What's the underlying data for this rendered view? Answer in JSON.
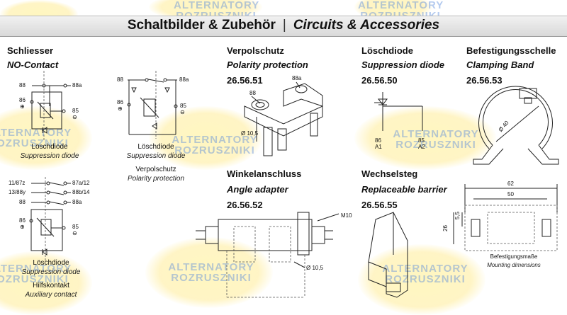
{
  "header": {
    "title_de": "Schaltbilder & Zubehör",
    "separator": "|",
    "title_en": "Circuits & Accessories"
  },
  "watermark": {
    "line1": "ALTERNATORY",
    "line2": "ROZRUSZNIKI"
  },
  "schliesser": {
    "title": "Schliesser",
    "subtitle": "NO-Contact",
    "pins": {
      "p88": "88",
      "p88a": "88a",
      "p86": "86",
      "p85": "85",
      "plus": "⊕",
      "minus": "⊖"
    },
    "diode_de": "Löschdiode",
    "diode_en": "Suppression diode"
  },
  "schliesser2": {
    "pins": {
      "p1187z": "11/87z",
      "p87a12": "87a/12",
      "p1388y": "13/88y",
      "p88b14": "88b/14",
      "p88": "88",
      "p88a": "88a",
      "p86": "86",
      "p85": "85",
      "plus": "⊕",
      "minus": "⊖"
    },
    "diode_de": "Löschdiode",
    "diode_en": "Suppression diode",
    "aux_de": "Hilfskontakt",
    "aux_en": "Auxiliary contact"
  },
  "middle_circuit": {
    "pins": {
      "p88": "88",
      "p88a": "88a",
      "p86": "86",
      "p85": "85",
      "plus": "⊕",
      "minus": "⊖"
    },
    "diode_de": "Löschdiode",
    "diode_en": "Suppression diode",
    "prot_de": "Verpolschutz",
    "prot_en": "Polarity protection"
  },
  "verpolschutz": {
    "title": "Verpolschutz",
    "subtitle": "Polarity protection",
    "part": "26.56.51",
    "label_88a": "88a",
    "label_88": "88",
    "dim": "Ø 10,5"
  },
  "loeschdiode": {
    "title": "Löschdiode",
    "subtitle": "Suppression diode",
    "part": "26.56.50",
    "a1_num": "86",
    "a1": "A1",
    "a2_num": "85",
    "a2": "A2"
  },
  "befestigung": {
    "title": "Befestigungsschelle",
    "subtitle": "Clamping Band",
    "part": "26.56.53",
    "dim": "Ø 40"
  },
  "winkel": {
    "title": "Winkelanschluss",
    "subtitle": "Angle adapter",
    "part": "26.56.52",
    "m10": "M10",
    "dim": "Ø 10,5"
  },
  "wechselsteg": {
    "title": "Wechselsteg",
    "subtitle": "Replaceable barrier",
    "part": "26.56.55"
  },
  "mounting": {
    "d62": "62",
    "d50": "50",
    "d55": "5,5",
    "d26": "26",
    "label_de": "Befestigungsmaße",
    "label_en": "Mounting dimensions"
  }
}
